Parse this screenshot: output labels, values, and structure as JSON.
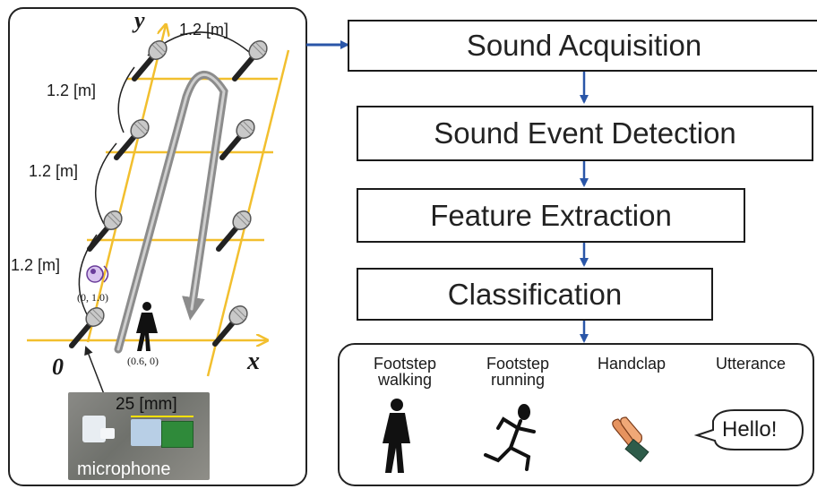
{
  "layout_panel": {
    "axis_y": "y",
    "axis_x": "x",
    "origin": "0",
    "spacing_labels": [
      "1.2 [m]",
      "1.2 [m]",
      "1.2 [m]",
      "1.2 [m]"
    ],
    "coord_speaker": "(0, 1.0)",
    "coord_walker": "(0.6, 0)",
    "mic_size": "25 [mm]",
    "photo_caption": "microphone",
    "grid_color": "#f2bf2e"
  },
  "pipeline": {
    "steps": [
      "Sound Acquisition",
      "Sound Event Detection",
      "Feature Extraction",
      "Classification"
    ],
    "arrow_color": "#2a56a8"
  },
  "classes": {
    "items": [
      {
        "line1": "Footstep",
        "line2": "walking",
        "icon": "walking-person-icon"
      },
      {
        "line1": "Footstep",
        "line2": "running",
        "icon": "running-person-icon"
      },
      {
        "line1": "Handclap",
        "line2": "",
        "icon": "clapping-hands-icon"
      },
      {
        "line1": "Utterance",
        "line2": "",
        "icon": "speech-bubble-icon"
      }
    ],
    "speech_text": "Hello!"
  }
}
